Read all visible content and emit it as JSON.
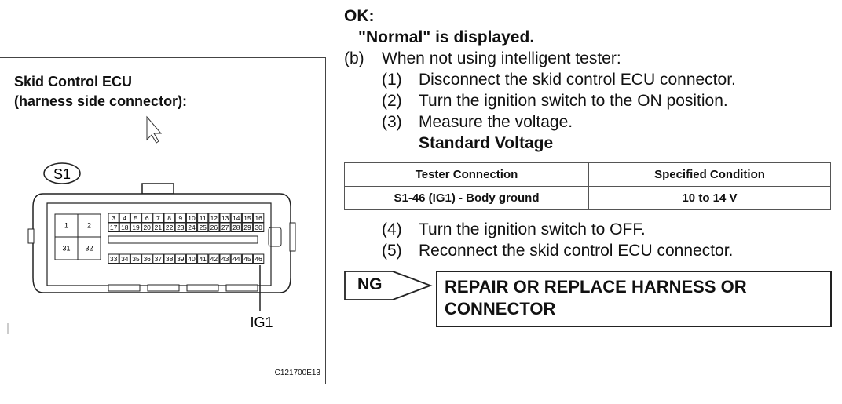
{
  "figure": {
    "title_line1": "Skid Control ECU",
    "title_line2": "(harness side connector):",
    "connector_id": "S1",
    "pins_large": [
      "1",
      "2",
      "31",
      "32"
    ],
    "pins_top_row": [
      "3",
      "4",
      "5",
      "6",
      "7",
      "8",
      "9",
      "10",
      "11",
      "12",
      "13",
      "14",
      "15",
      "16"
    ],
    "pins_mid_row": [
      "17",
      "18",
      "19",
      "20",
      "21",
      "22",
      "23",
      "24",
      "25",
      "26",
      "27",
      "28",
      "29",
      "30"
    ],
    "pins_bottom_row": [
      "33",
      "34",
      "35",
      "36",
      "37",
      "38",
      "39",
      "40",
      "41",
      "42",
      "43",
      "44",
      "45",
      "46"
    ],
    "callout_label": "IG1",
    "figure_code": "C121700E13",
    "cursor_icon": "mouse-pointer-icon"
  },
  "ok": {
    "heading": "OK:",
    "result": "\"Normal\" is displayed."
  },
  "step_b": {
    "marker": "(b)",
    "text": "When not using intelligent tester:",
    "substeps": [
      {
        "num": "(1)",
        "text": "Disconnect the skid control ECU connector."
      },
      {
        "num": "(2)",
        "text": "Turn the ignition switch to the ON position."
      },
      {
        "num": "(3)",
        "text": "Measure the voltage."
      }
    ],
    "standard_label": "Standard Voltage"
  },
  "spec_table": {
    "headers": [
      "Tester Connection",
      "Specified Condition"
    ],
    "rows": [
      [
        "S1-46 (IG1) - Body ground",
        "10 to 14 V"
      ]
    ]
  },
  "after_steps": [
    {
      "num": "(4)",
      "text": "Turn the ignition switch to OFF."
    },
    {
      "num": "(5)",
      "text": "Reconnect the skid control ECU connector."
    }
  ],
  "ng": {
    "label": "NG",
    "action_line1": "REPAIR OR REPLACE HARNESS OR",
    "action_line2": "CONNECTOR"
  }
}
